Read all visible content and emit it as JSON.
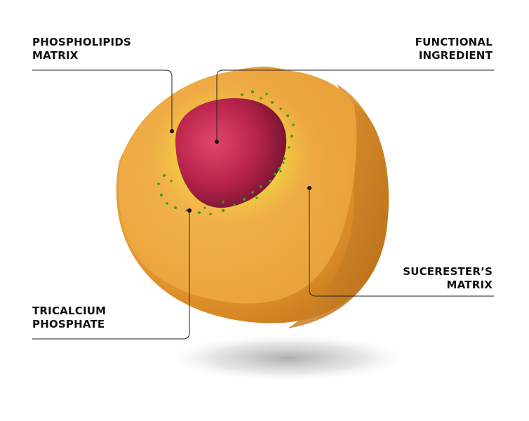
{
  "labels": {
    "phospholipids": {
      "line1": "PHOSPHOLIPIDS",
      "line2": "MATRIX"
    },
    "functional": {
      "line1": "FUNCTIONAL",
      "line2": "INGREDIENT"
    },
    "sucroester": {
      "line1": "SUCERESTER’S",
      "line2": "MATRIX"
    },
    "tricalcium": {
      "line1": "TRICALCIUM",
      "line2": "PHOSPHATE"
    }
  },
  "colors": {
    "outer_shell": "#e9a23a",
    "inner_yellow": "#f2dd3a",
    "core": "#b8234a",
    "particles": "#3c9a28",
    "leader_lines": "#222222"
  }
}
